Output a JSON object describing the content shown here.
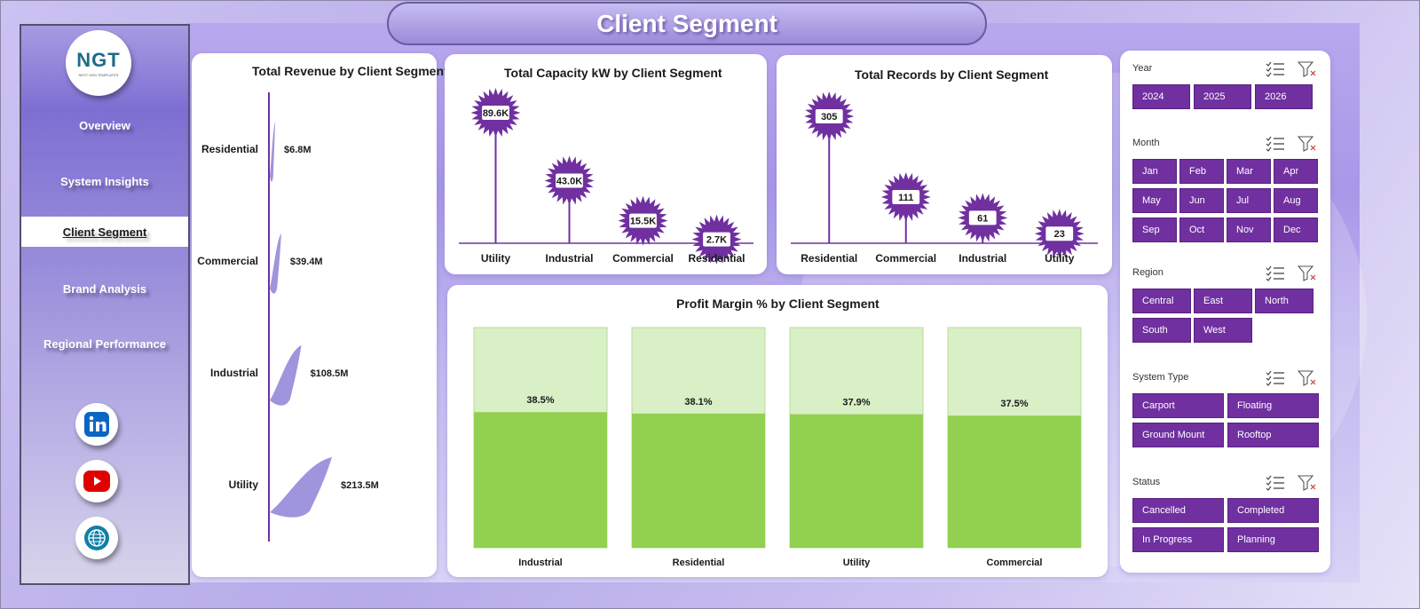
{
  "title": "Client Segment",
  "logo": {
    "text": "NGT",
    "tagline": "NEXT GEN TEMPLATES"
  },
  "nav": [
    {
      "label": "Overview",
      "active": false
    },
    {
      "label": "System Insights",
      "active": false
    },
    {
      "label": "Client Segment",
      "active": true
    },
    {
      "label": "Brand Analysis",
      "active": false
    },
    {
      "label": "Regional Performance",
      "active": false
    }
  ],
  "social": [
    "linkedin-icon",
    "youtube-icon",
    "globe-icon"
  ],
  "colors": {
    "accent": "#7030a0",
    "bar_top": "#d9efc6",
    "bar_bottom": "#92d050",
    "area": "#9f95dc"
  },
  "chart_data": [
    {
      "type": "area",
      "title": "Total Revenue by Client Segment",
      "categories": [
        "Residential",
        "Commercial",
        "Industrial",
        "Utility"
      ],
      "values": [
        6.8,
        39.4,
        108.5,
        213.5
      ],
      "value_labels": [
        "$6.8M",
        "$39.4M",
        "$108.5M",
        "$213.5M"
      ]
    },
    {
      "type": "scatter",
      "title": "Total Capacity kW by Client Segment",
      "categories": [
        "Utility",
        "Industrial",
        "Commercial",
        "Residential"
      ],
      "values": [
        89.6,
        43.0,
        15.5,
        2.7
      ],
      "value_labels": [
        "89.6K",
        "43.0K",
        "15.5K",
        "2.7K"
      ]
    },
    {
      "type": "scatter",
      "title": "Total Records by Client Segment",
      "categories": [
        "Residential",
        "Commercial",
        "Industrial",
        "Utility"
      ],
      "values": [
        305,
        111,
        61,
        23
      ],
      "value_labels": [
        "305",
        "111",
        "61",
        "23"
      ]
    },
    {
      "type": "bar",
      "title": "Profit Margin % by Client Segment",
      "categories": [
        "Industrial",
        "Residential",
        "Utility",
        "Commercial"
      ],
      "values": [
        38.5,
        38.1,
        37.9,
        37.5
      ],
      "value_labels": [
        "38.5%",
        "38.1%",
        "37.9%",
        "37.5%"
      ],
      "ylim": [
        0,
        100
      ]
    }
  ],
  "filters": [
    {
      "label": "Year",
      "options": [
        "2024",
        "2025",
        "2026"
      ]
    },
    {
      "label": "Month",
      "options": [
        "Jan",
        "Feb",
        "Mar",
        "Apr",
        "May",
        "Jun",
        "Jul",
        "Aug",
        "Sep",
        "Oct",
        "Nov",
        "Dec"
      ]
    },
    {
      "label": "Region",
      "options": [
        "Central",
        "East",
        "North",
        "South",
        "West"
      ]
    },
    {
      "label": "System Type",
      "options": [
        "Carport",
        "Floating",
        "Ground Mount",
        "Rooftop"
      ]
    },
    {
      "label": "Status",
      "options": [
        "Cancelled",
        "Completed",
        "In Progress",
        "Planning"
      ]
    }
  ]
}
